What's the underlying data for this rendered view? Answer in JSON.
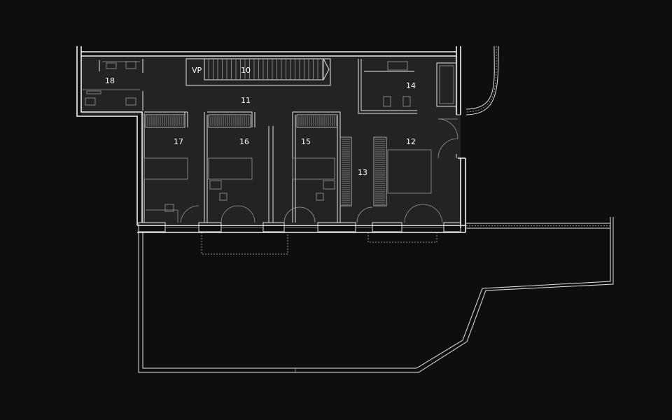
{
  "plan": {
    "background_color": "#0e0e0e",
    "floor_fill": "#222222",
    "line_color": "#f2f2f2",
    "rooms": [
      {
        "id": "vp",
        "label": "VP"
      },
      {
        "id": "r10",
        "label": "10"
      },
      {
        "id": "r11",
        "label": "11"
      },
      {
        "id": "r12",
        "label": "12"
      },
      {
        "id": "r13",
        "label": "13"
      },
      {
        "id": "r14",
        "label": "14"
      },
      {
        "id": "r15",
        "label": "15"
      },
      {
        "id": "r16",
        "label": "16"
      },
      {
        "id": "r17",
        "label": "17"
      },
      {
        "id": "r18",
        "label": "18"
      }
    ]
  }
}
